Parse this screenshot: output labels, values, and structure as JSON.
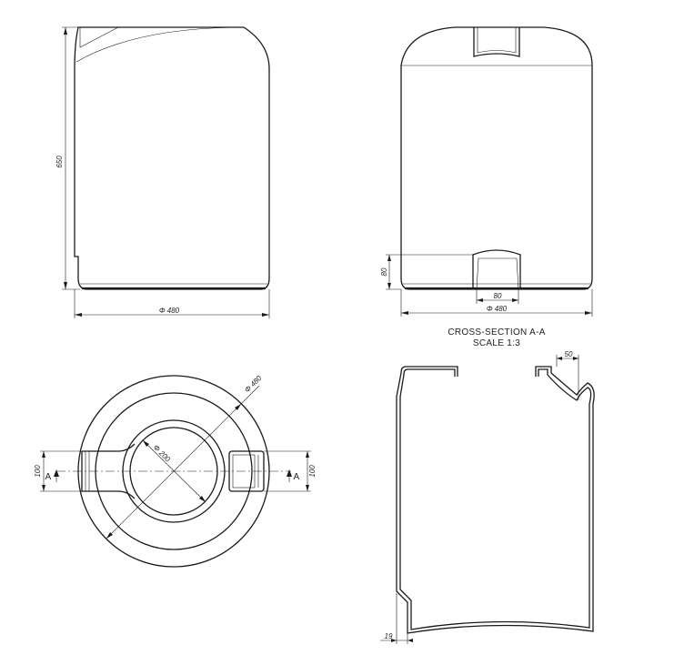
{
  "colors": {
    "line": "#1a1a1a",
    "background": "#ffffff"
  },
  "front_view": {
    "height_dim": "650",
    "diameter_dim": "Φ 480"
  },
  "side_view": {
    "outlet_height_dim": "80",
    "outlet_width_dim": "80",
    "diameter_dim": "Φ 480"
  },
  "top_view": {
    "outer_diameter_dim": "Φ 480",
    "opening_diameter_dim": "Φ 200",
    "left_width_dim": "100",
    "right_width_dim": "100",
    "section_marker_left": "A",
    "section_marker_right": "A"
  },
  "section_view": {
    "title": "CROSS-SECTION A-A",
    "scale": "SCALE 1:3",
    "lip_dim": "50",
    "wall_dim": "19"
  }
}
